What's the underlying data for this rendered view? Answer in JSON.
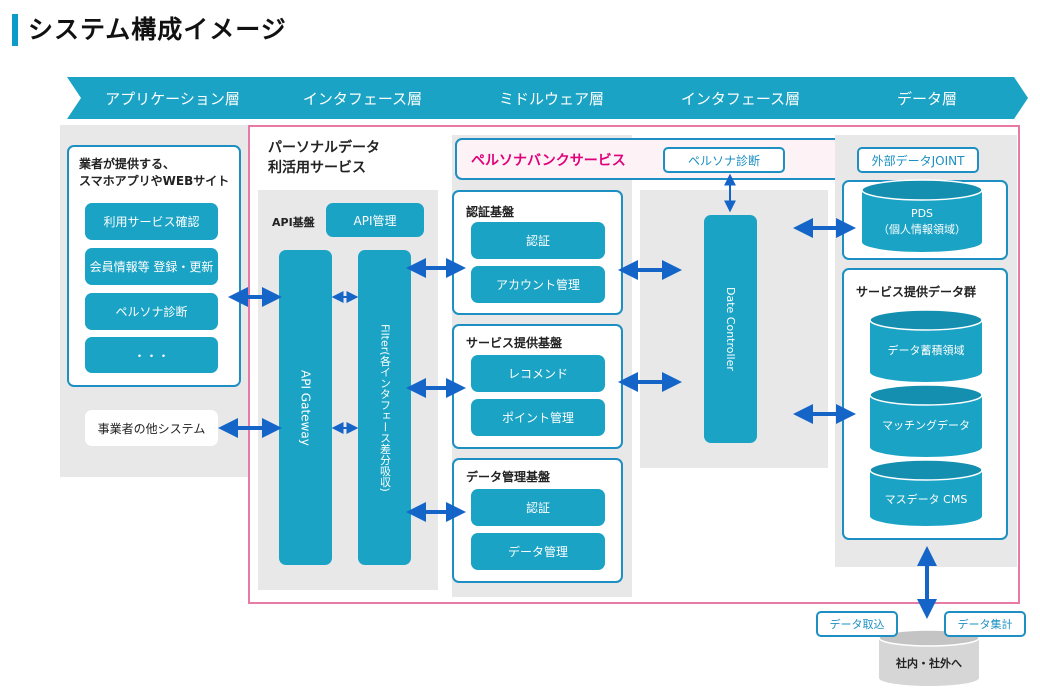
{
  "page": {
    "title": "システム構成イメージ"
  },
  "layers": [
    "アプリケーション層",
    "インタフェース層",
    "ミドルウェア層",
    "インタフェース層",
    "データ層"
  ],
  "app": {
    "heading": "業者が提供する、\nスマホアプリやWEBサイト",
    "items": [
      "利用サービス確認",
      "会員情報等 登録・更新",
      "ペルソナ診断",
      "・・・"
    ],
    "other_system": "事業者の他システム"
  },
  "interface": {
    "service_title": "パーソナルデータ\n利活用サービス",
    "api_base": "API基盤",
    "api_manage": "API管理",
    "api_gateway": "API Gateway",
    "filter": "Filter(各インタフェース差分吸収)"
  },
  "middleware": {
    "auth_group": {
      "title": "認証基盤",
      "items": [
        "認証",
        "アカウント管理"
      ]
    },
    "service_group": {
      "title": "サービス提供基盤",
      "items": [
        "レコメンド",
        "ポイント管理"
      ]
    },
    "data_group": {
      "title": "データ管理基盤",
      "items": [
        "認証",
        "データ管理"
      ]
    }
  },
  "persona": {
    "service_name": "ペルソナバンクサービス",
    "diagnosis": "ペルソナ診断",
    "controller": "Date Controller"
  },
  "data_layer": {
    "external": "外部データJOINT",
    "pds": "PDS\n（個人情報領域）",
    "group_title": "サービス提供データ群",
    "cylinders": [
      "データ蓄積領域",
      "マッチングデータ",
      "マスデータ CMS"
    ],
    "import": "データ取込",
    "aggregate": "データ集計",
    "outside": "社内・社外へ"
  },
  "colors": {
    "accent": "#0c9cc8",
    "box": "#1aa3c4",
    "arrow": "#1565c8",
    "pink": "#e87aa6",
    "magenta": "#e0007a"
  }
}
